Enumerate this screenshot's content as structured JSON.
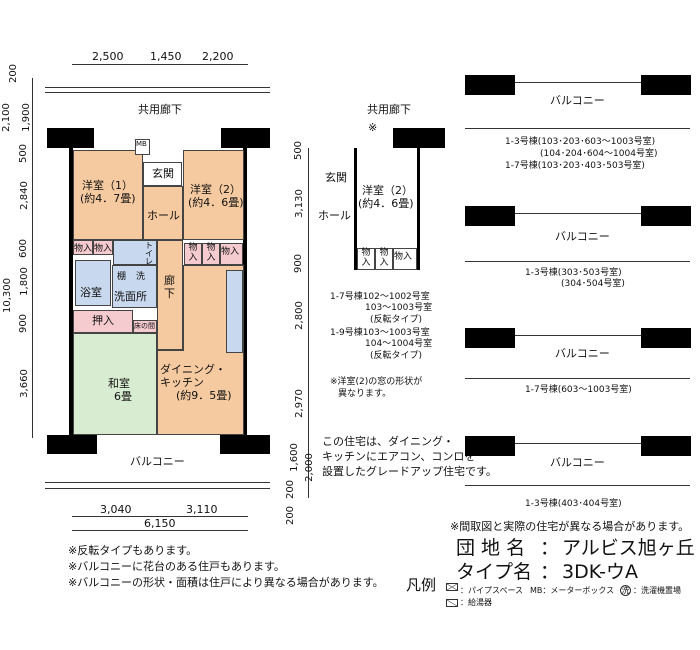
{
  "dims_top": [
    "2,500",
    "1,450",
    "2,200"
  ],
  "dims_bottom": [
    "3,040",
    "3,110",
    "6,150"
  ],
  "dims_left": [
    "200",
    "2,100",
    "1,900",
    "500",
    "2,840",
    "600",
    "10,300",
    "1,800",
    "900",
    "3,660"
  ],
  "dims_right": [
    "500",
    "3,130",
    "900",
    "2,800",
    "2,970",
    "1,600",
    "2,000",
    "200",
    "200"
  ],
  "rooms": {
    "corridor": "共用廊下",
    "western1": "洋室（1）",
    "western1_size": "(約4．7畳)",
    "western2": "洋室（2）",
    "western2_size": "(約4．6畳)",
    "entrance": "玄関",
    "hall": "ホール",
    "mb": "MB",
    "storage": "物入",
    "toilet": "トイレ",
    "bath": "浴室",
    "washroom": "洗面所",
    "shelf": "棚",
    "washer": "洗",
    "hallway": "廊下",
    "closet": "押入",
    "tokonoma": "床の間",
    "japanese": "和室",
    "japanese_size": "6畳",
    "dining": "ダイニング・",
    "kitchen": "キッチン",
    "dining_size": "(約9．5畳)",
    "balcony": "バルコニー"
  },
  "alt_plan": {
    "corridor": "共用廊下",
    "mark": "※",
    "entrance": "玄関",
    "hall": "ホール",
    "room": "洋室（2）",
    "room_size": "(約4．6畳)",
    "storage": "物入",
    "lines": [
      "1-7号棟102～1002号室",
      "103～1003号室",
      "(反転タイプ)",
      "1-9号棟103～1003号室",
      "104～1004号室",
      "(反転タイプ)"
    ],
    "note": [
      "※洋室(2)の窓の形状が",
      "異なります。"
    ]
  },
  "balconies": [
    {
      "label": "バルコニー",
      "caption": [
        "1-3号棟(103･203･603～1003号室)",
        "(104･204･604～1004号室)",
        "1-7号棟(103･203･403･503号室)"
      ]
    },
    {
      "label": "バルコニー",
      "caption": [
        "1-3号棟(303･503号室)",
        "(304･504号室)"
      ]
    },
    {
      "label": "バルコニー",
      "caption": [
        "1-7号棟(603～1003号室)"
      ]
    },
    {
      "label": "バルコニー",
      "caption": [
        "1-3号棟(403･404号室)"
      ]
    }
  ],
  "upgrade_note": [
    "この住宅は、ダイニング・",
    "キッチンにエアコン、コンロを",
    "設置したグレードアップ住宅です。"
  ],
  "notes": [
    "※反転タイプもあります。",
    "※バルコニーに花台のある住戸もあります。",
    "※バルコニーの形状・面積は住戸により異なる場合があります。"
  ],
  "disclaimer": "※間取図と実際の住宅が異なる場合があります。",
  "estate_label": "団 地 名",
  "estate_sep": "：",
  "estate_name": "アルビス旭ヶ丘",
  "type_label": "タイプ名",
  "type_sep": "：",
  "type_name": "3DK-ウA",
  "legend": {
    "title": "凡例",
    "pipe": "：パイプスペース",
    "mb": "MB：メーターボックス",
    "washer": "洗",
    "washer_text": "：洗濯機置場",
    "heater": "：給湯器"
  },
  "colors": {
    "room": "#f6caa0",
    "storage": "#f5cbd0",
    "wet": "#c8d8ee",
    "tatami": "#d7ecd0"
  }
}
